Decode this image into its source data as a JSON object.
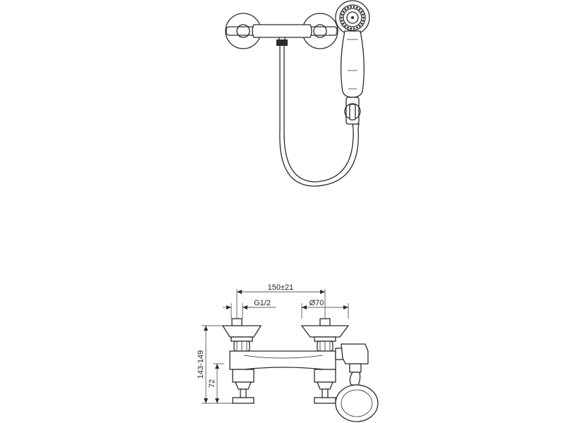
{
  "dimensions": {
    "spacing": "150±21",
    "thread": "G1/2",
    "diameter": "Ø70",
    "height_range": "143-149",
    "height": "72"
  },
  "colors": {
    "line": "#2a2a2a",
    "background": "#ffffff"
  }
}
